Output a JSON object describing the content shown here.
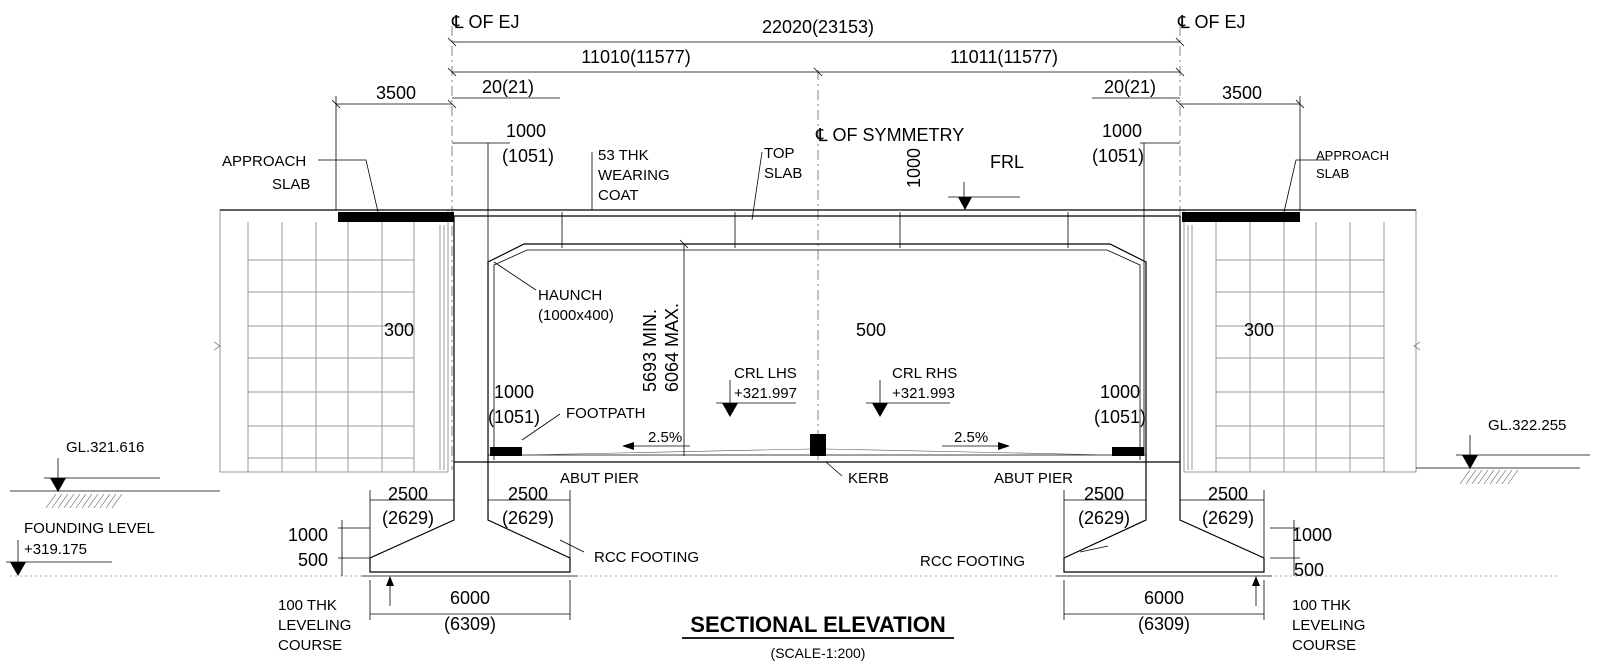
{
  "title": "SECTIONAL ELEVATION",
  "scale": "(SCALE-1:200)",
  "centerlines": {
    "left": "℄ OF EJ",
    "right": "℄ OF EJ",
    "symmetry": "℄ OF SYMMETRY"
  },
  "dimensions": {
    "overall": "22020(23153)",
    "half_left": "11010(11577)",
    "half_right": "11011(11577)",
    "gap_left": "20(21)",
    "gap_right": "20(21)",
    "approach_left": "3500",
    "approach_right": "3500",
    "wall_left_top_a": "1000",
    "wall_left_top_b": "(1051)",
    "wall_right_top_a": "1000",
    "wall_right_top_b": "(1051)",
    "top_depth": "1000",
    "clear_height_min": "5693 MIN.",
    "clear_height_max": "6064 MAX.",
    "kerb_width": "500",
    "wall_left_bot_a": "1000",
    "wall_left_bot_b": "(1051)",
    "wall_right_bot_a": "1000",
    "wall_right_bot_b": "(1051)",
    "gap300_left": "300",
    "gap300_right": "300",
    "footing_l1_a": "2500",
    "footing_l1_b": "(2629)",
    "footing_l2_a": "2500",
    "footing_l2_b": "(2629)",
    "footing_r1_a": "2500",
    "footing_r1_b": "(2629)",
    "footing_r2_a": "2500",
    "footing_r2_b": "(2629)",
    "footing_h_left_1": "1000",
    "footing_h_left_2": "500",
    "footing_h_right_1": "1000",
    "footing_h_right_2": "500",
    "footing_w_left_a": "6000",
    "footing_w_left_b": "(6309)",
    "footing_w_right_a": "6000",
    "footing_w_right_b": "(6309)",
    "slope_left": "2.5%",
    "slope_right": "2.5%"
  },
  "labels": {
    "approach_left_1": "APPROACH",
    "approach_left_2": "SLAB",
    "approach_right_1": "APPROACH",
    "approach_right_2": "SLAB",
    "wearing_1": "53 THK",
    "wearing_2": "WEARING",
    "wearing_3": "COAT",
    "top_slab_1": "TOP",
    "top_slab_2": "SLAB",
    "frl": "FRL",
    "haunch_1": "HAUNCH",
    "haunch_2": "(1000x400)",
    "crl_lhs_1": "CRL LHS",
    "crl_lhs_2": "+321.997",
    "crl_rhs_1": "CRL RHS",
    "crl_rhs_2": "+321.993",
    "footpath": "FOOTPATH",
    "kerb": "KERB",
    "abut_left": "ABUT PIER",
    "abut_right": "ABUT PIER",
    "gl_left": "GL.321.616",
    "gl_right": "GL.322.255",
    "founding_1": "FOUNDING LEVEL",
    "founding_2": "+319.175",
    "rcc_left": "RCC FOOTING",
    "rcc_right": "RCC FOOTING",
    "leveling_left_1": "100 THK",
    "leveling_left_2": "LEVELING",
    "leveling_left_3": "COURSE",
    "leveling_right_1": "100 THK",
    "leveling_right_2": "LEVELING",
    "leveling_right_3": "COURSE"
  }
}
